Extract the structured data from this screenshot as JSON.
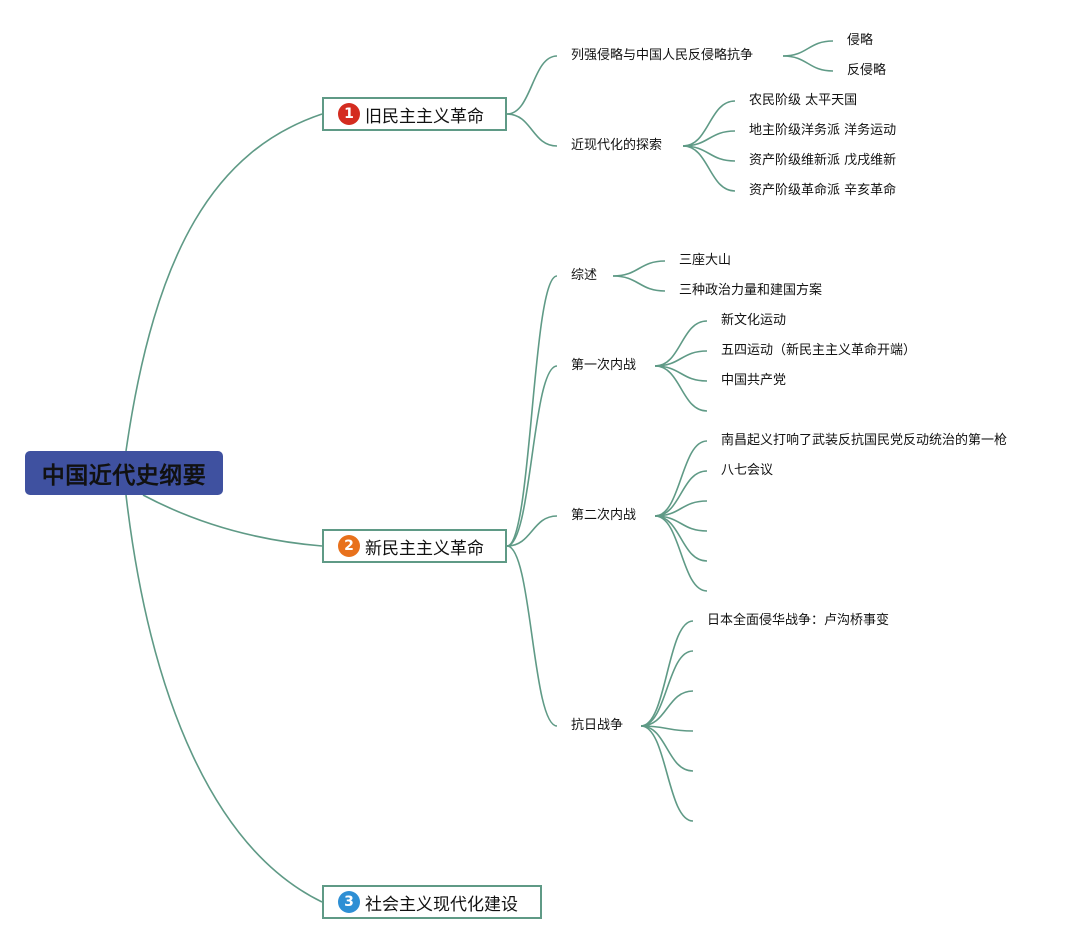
{
  "root": {
    "label": "中国近代史纲要",
    "color": "#3f51a0"
  },
  "branches": [
    {
      "number": "1",
      "label": "旧民主主义革命",
      "badge_color": "#d42c20"
    },
    {
      "number": "2",
      "label": "新民主主义革命",
      "badge_color": "#e8711c"
    },
    {
      "number": "3",
      "label": "社会主义现代化建设",
      "badge_color": "#2e8fd4"
    }
  ],
  "old_democratic": {
    "topic1": {
      "label": "列强侵略与中国人民反侵略抗争",
      "children": [
        "侵略",
        "反侵略"
      ]
    },
    "topic2": {
      "label": "近现代化的探索",
      "children": [
        "农民阶级 太平天国",
        "地主阶级洋务派 洋务运动",
        "资产阶级维新派 戊戌维新",
        "资产阶级革命派 辛亥革命"
      ]
    }
  },
  "new_democratic": {
    "overview": {
      "label": "综述",
      "children": [
        "三座大山",
        "三种政治力量和建国方案"
      ]
    },
    "first_civil_war": {
      "label": "第一次内战",
      "children": [
        "新文化运动",
        "五四运动（新民主主义革命开端）",
        "中国共产党"
      ]
    },
    "second_civil_war": {
      "label": "第二次内战",
      "children": [
        "南昌起义打响了武装反抗国民党反动统治的第一枪",
        "八七会议"
      ]
    },
    "anti_japanese_war": {
      "label": "抗日战争",
      "children": [
        "日本全面侵华战争：卢沟桥事变"
      ]
    }
  },
  "colors": {
    "connector": "#5f9a86",
    "branch_border": "#5f9a86"
  }
}
